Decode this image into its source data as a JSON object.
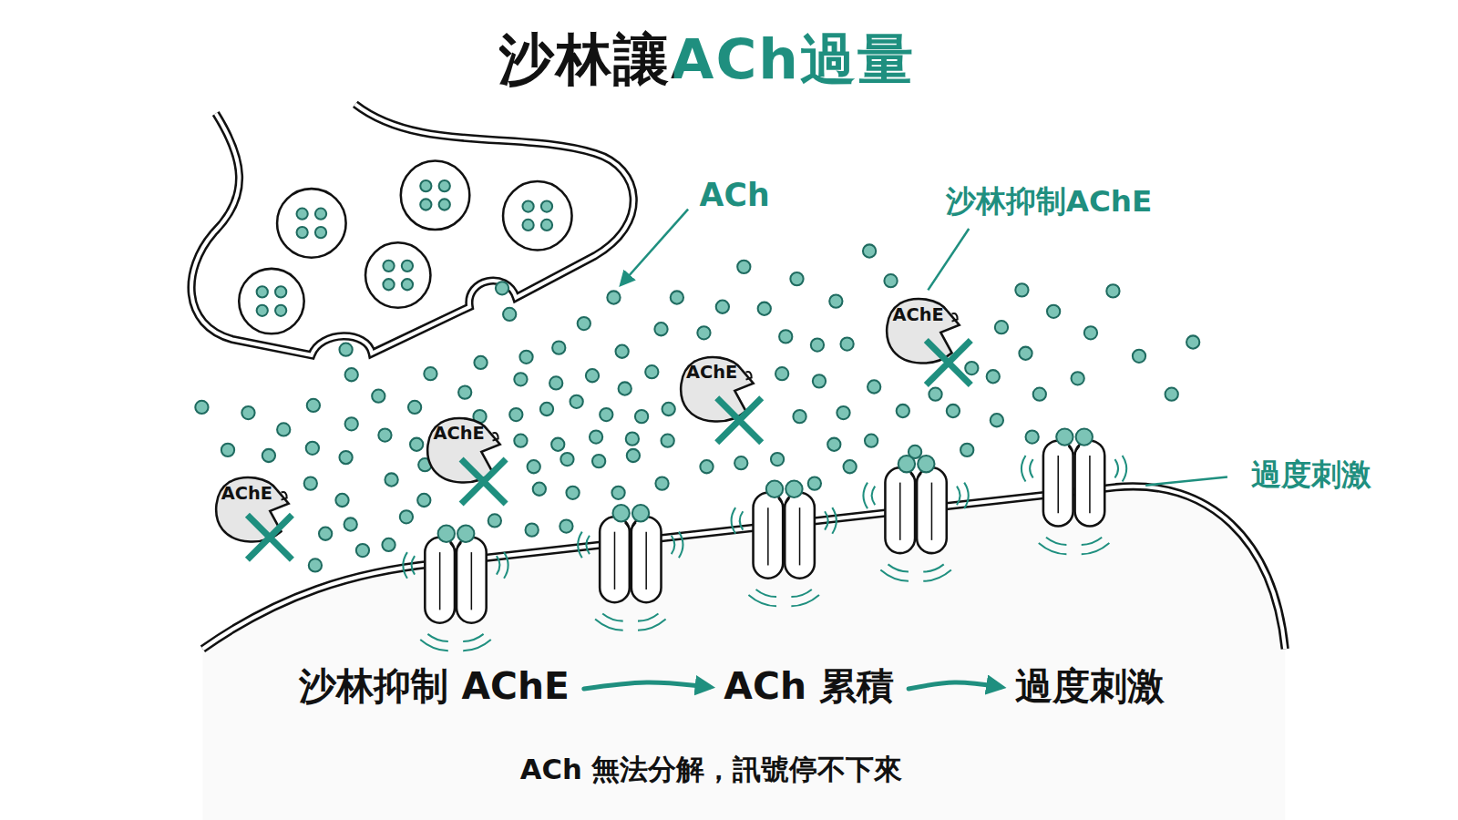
{
  "diagram": {
    "title": "沙林讓ACh過量",
    "caption": "ACh 無法分解，訊號停不下來",
    "nodes": [
      {
        "text": [
          "AChE"
        ]
      },
      {
        "text": [
          "AChE"
        ]
      },
      {
        "text": [
          "AChE"
        ]
      },
      {
        "text": [
          "AChE"
        ]
      },
      {
        "text": [
          "沙林抑制 AChE"
        ]
      },
      {
        "text": [
          "ACh 累積"
        ]
      },
      {
        "text": [
          "過度刺激"
        ]
      }
    ],
    "edges": [
      {
        "from": 4,
        "to": 5,
        "arrow": "to"
      },
      {
        "from": 5,
        "to": 6,
        "arrow": "to"
      }
    ],
    "labels": [
      "ACh",
      "沙林抑制AChE",
      "過度刺激"
    ]
  }
}
